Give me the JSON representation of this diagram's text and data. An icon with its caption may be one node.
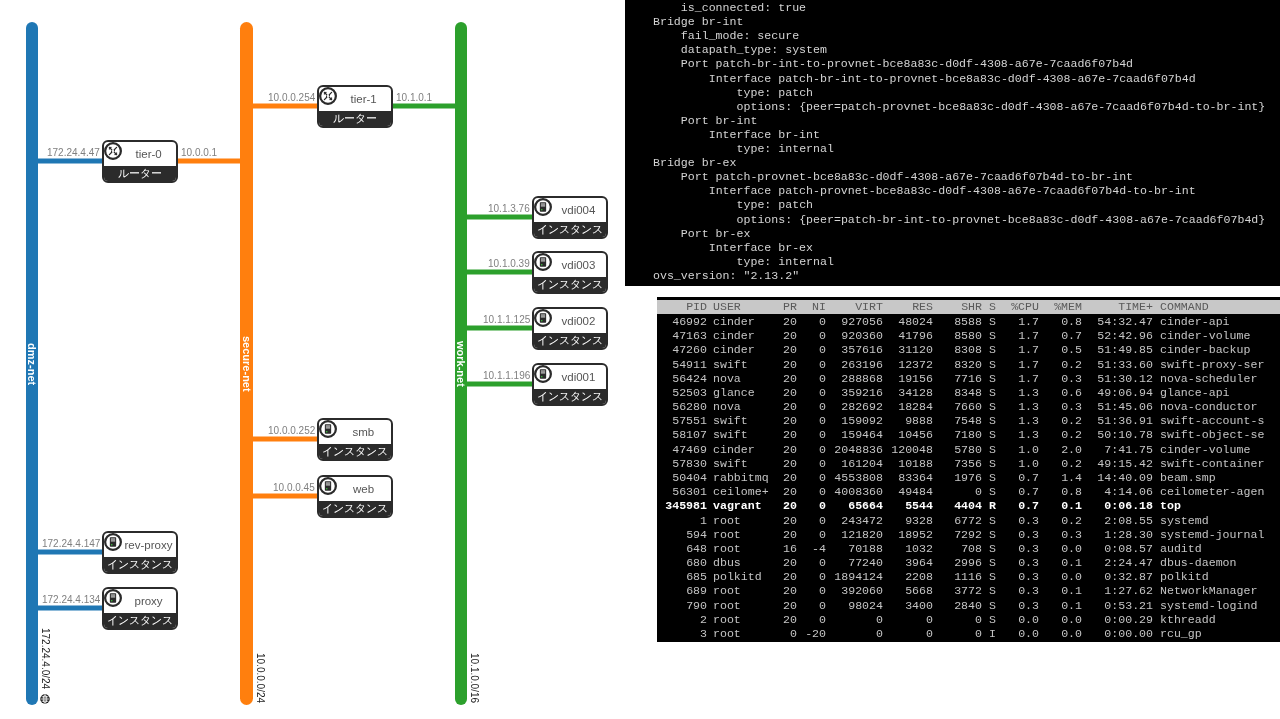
{
  "diagram": {
    "nodes": [
      {
        "text": [
          "dmz-net"
        ],
        "beside": [
          "172.24.4.0/24"
        ]
      },
      {
        "text": [
          "secure-net"
        ],
        "beside": [
          "10.0.0.0/24"
        ]
      },
      {
        "text": [
          "work-net"
        ],
        "beside": [
          "10.1.0.0/16"
        ]
      },
      {
        "text": [
          "tier-0",
          "ルーター"
        ]
      },
      {
        "text": [
          "tier-1",
          "ルーター"
        ]
      },
      {
        "text": [
          "vdi004",
          "インスタンス"
        ]
      },
      {
        "text": [
          "vdi003",
          "インスタンス"
        ]
      },
      {
        "text": [
          "vdi002",
          "インスタンス"
        ]
      },
      {
        "text": [
          "vdi001",
          "インスタンス"
        ]
      },
      {
        "text": [
          "smb",
          "インスタンス"
        ]
      },
      {
        "text": [
          "web",
          "インスタンス"
        ]
      },
      {
        "text": [
          "rev-proxy",
          "インスタンス"
        ]
      },
      {
        "text": [
          "proxy",
          "インスタンス"
        ]
      }
    ],
    "edges": [
      {
        "from": 0,
        "to": 3,
        "arrow": "none",
        "label": "172.24.4.47",
        "color": "#1f77b4"
      },
      {
        "from": 1,
        "to": 3,
        "arrow": "none",
        "label": "10.0.0.1",
        "color": "#ff7f0e"
      },
      {
        "from": 1,
        "to": 4,
        "arrow": "none",
        "label": "10.0.0.254",
        "color": "#ff7f0e"
      },
      {
        "from": 2,
        "to": 4,
        "arrow": "none",
        "label": "10.1.0.1",
        "color": "#2ca02c"
      },
      {
        "from": 2,
        "to": 5,
        "arrow": "none",
        "label": "10.1.3.76",
        "color": "#2ca02c"
      },
      {
        "from": 2,
        "to": 6,
        "arrow": "none",
        "label": "10.1.0.39",
        "color": "#2ca02c"
      },
      {
        "from": 2,
        "to": 7,
        "arrow": "none",
        "label": "10.1.1.125",
        "color": "#2ca02c"
      },
      {
        "from": 2,
        "to": 8,
        "arrow": "none",
        "label": "10.1.1.196",
        "color": "#2ca02c"
      },
      {
        "from": 1,
        "to": 9,
        "arrow": "none",
        "label": "10.0.0.252",
        "color": "#ff7f0e"
      },
      {
        "from": 1,
        "to": 10,
        "arrow": "none",
        "label": "10.0.0.45",
        "color": "#ff7f0e"
      },
      {
        "from": 0,
        "to": 11,
        "arrow": "none",
        "label": "172.24.4.147",
        "color": "#1f77b4"
      },
      {
        "from": 0,
        "to": 12,
        "arrow": "none",
        "label": "172.24.4.134",
        "color": "#1f77b4"
      }
    ],
    "labels": [
      "is_connected: true",
      "Bridge br-int",
      "fail_mode: secure",
      "datapath_type: system",
      "Port patch-br-int-to-provnet-bce8a83c-d0df-4308-a67e-7caad6f07b4d",
      "Interface patch-br-int-to-provnet-bce8a83c-d0df-4308-a67e-7caad6f07b4d",
      "type: patch",
      "options: {peer=patch-provnet-bce8a83c-d0df-4308-a67e-7caad6f07b4d-to-br-int}",
      "Port br-int",
      "Interface br-int",
      "type: internal",
      "Bridge br-ex",
      "Port patch-provnet-bce8a83c-d0df-4308-a67e-7caad6f07b4d-to-br-int",
      "Interface patch-provnet-bce8a83c-d0df-4308-a67e-7caad6f07b4d-to-br-int",
      "type: patch",
      "options: {peer=patch-br-int-to-provnet-bce8a83c-d0df-4308-a67e-7caad6f07b4d}",
      "Port br-ex",
      "Interface br-ex",
      "type: internal",
      "ovs_version: \"2.13.2\"",
      "PID",
      "USER",
      "PR",
      "NI",
      "VIRT",
      "RES",
      "SHR",
      "S",
      "%CPU",
      "%MEM",
      "TIME+",
      "COMMAND",
      "46992",
      "cinder",
      "20",
      "0",
      "927056",
      "48024",
      "8588",
      "S",
      "1.7",
      "0.8",
      "54:32.47",
      "cinder-api",
      "47163",
      "cinder",
      "20",
      "0",
      "920360",
      "41796",
      "8580",
      "S",
      "1.7",
      "0.7",
      "52:42.96",
      "cinder-volume",
      "47260",
      "cinder",
      "20",
      "0",
      "357616",
      "31120",
      "8308",
      "S",
      "1.7",
      "0.5",
      "51:49.85",
      "cinder-backup",
      "54911",
      "swift",
      "20",
      "0",
      "263196",
      "12372",
      "8320",
      "S",
      "1.7",
      "0.2",
      "51:33.60",
      "swift-proxy-ser",
      "56424",
      "nova",
      "20",
      "0",
      "288868",
      "19156",
      "7716",
      "S",
      "1.7",
      "0.3",
      "51:30.12",
      "nova-scheduler",
      "52503",
      "glance",
      "20",
      "0",
      "359216",
      "34128",
      "8348",
      "S",
      "1.3",
      "0.6",
      "49:06.94",
      "glance-api",
      "56280",
      "nova",
      "20",
      "0",
      "282692",
      "18284",
      "7660",
      "S",
      "1.3",
      "0.3",
      "51:45.06",
      "nova-conductor",
      "57551",
      "swift",
      "20",
      "0",
      "159092",
      "9888",
      "7548",
      "S",
      "1.3",
      "0.2",
      "51:36.91",
      "swift-account-s",
      "58107",
      "swift",
      "20",
      "0",
      "159464",
      "10456",
      "7180",
      "S",
      "1.3",
      "0.2",
      "50:10.78",
      "swift-object-se",
      "47469",
      "cinder",
      "20",
      "0",
      "2048836",
      "120048",
      "5780",
      "S",
      "1.0",
      "2.0",
      "7:41.75",
      "cinder-volume",
      "57830",
      "swift",
      "20",
      "0",
      "161204",
      "10188",
      "7356",
      "S",
      "1.0",
      "0.2",
      "49:15.42",
      "swift-container",
      "50404",
      "rabbitmq",
      "20",
      "0",
      "4553808",
      "83364",
      "1976",
      "S",
      "0.7",
      "1.4",
      "14:40.09",
      "beam.smp",
      "56301",
      "ceilome+",
      "20",
      "0",
      "4008360",
      "49484",
      "0",
      "S",
      "0.7",
      "0.8",
      "4:14.06",
      "ceilometer-agen",
      "345981",
      "vagrant",
      "20",
      "0",
      "65664",
      "5544",
      "4404",
      "R",
      "0.7",
      "0.1",
      "0:06.18",
      "top",
      "1",
      "root",
      "20",
      "0",
      "243472",
      "9328",
      "6772",
      "S",
      "0.3",
      "0.2",
      "2:08.55",
      "systemd",
      "594",
      "root",
      "20",
      "0",
      "121820",
      "18952",
      "7292",
      "S",
      "0.3",
      "0.3",
      "1:28.30",
      "systemd-journal",
      "648",
      "root",
      "16",
      "-4",
      "70188",
      "1032",
      "708",
      "S",
      "0.3",
      "0.0",
      "0:08.57",
      "auditd",
      "680",
      "dbus",
      "20",
      "0",
      "77240",
      "3964",
      "2996",
      "S",
      "0.3",
      "0.1",
      "2:24.47",
      "dbus-daemon",
      "685",
      "polkitd",
      "20",
      "0",
      "1894124",
      "2208",
      "1116",
      "S",
      "0.3",
      "0.0",
      "0:32.87",
      "polkitd",
      "689",
      "root",
      "20",
      "0",
      "392060",
      "5668",
      "3772",
      "S",
      "0.3",
      "0.1",
      "1:27.62",
      "NetworkManager",
      "790",
      "root",
      "20",
      "0",
      "98024",
      "3400",
      "2840",
      "S",
      "0.3",
      "0.1",
      "0:53.21",
      "systemd-logind",
      "2",
      "root",
      "20",
      "0",
      "0",
      "0",
      "0",
      "S",
      "0.0",
      "0.0",
      "0:00.29",
      "kthreadd",
      "3",
      "root",
      "0",
      "-20",
      "0",
      "0",
      "0",
      "I",
      "0.0",
      "0.0",
      "0:00.00",
      "rcu_gp"
    ]
  }
}
